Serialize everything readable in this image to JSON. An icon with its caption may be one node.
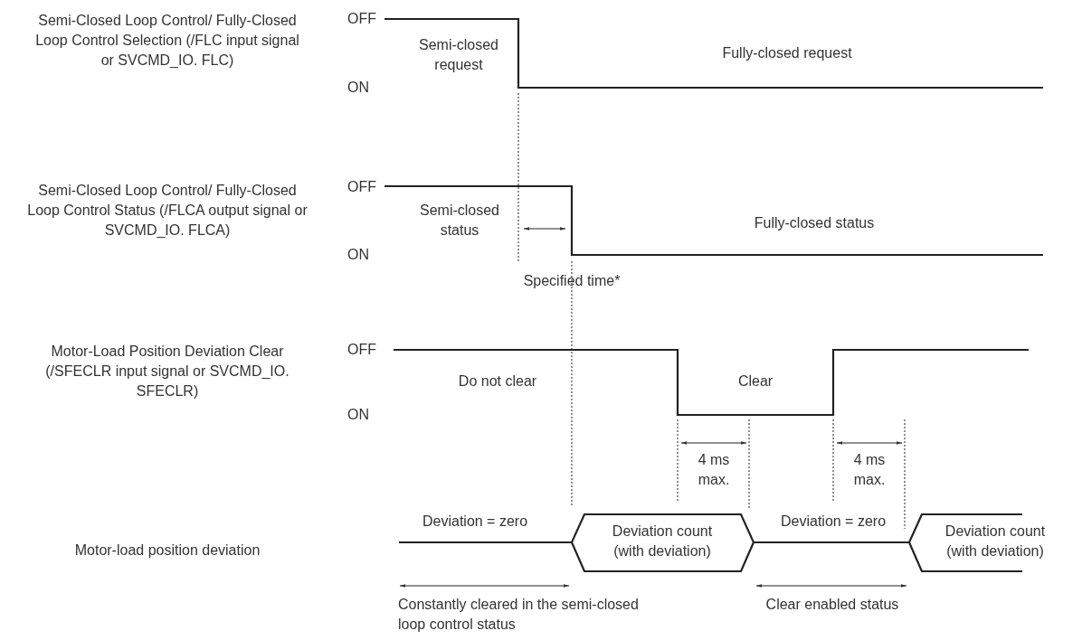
{
  "diagram": {
    "labels": [
      "Semi-Closed Loop Control/ Fully-Closed Loop Control Selection (/FLC input signal or SVCMD_IO. FLC)",
      "OFF",
      "Semi-closed request",
      "Fully-closed request",
      "ON",
      "Semi-Closed Loop Control/ Fully-Closed Loop Control Status (/FLCA output signal or SVCMD_IO. FLCA)",
      "OFF",
      "Semi-closed status",
      "Fully-closed status",
      "ON",
      "Specified time*",
      "Motor-Load Position Deviation Clear (/SFECLR input signal or SVCMD_IO. SFECLR)",
      "OFF",
      "Do not clear",
      "Clear",
      "ON",
      "4 ms max.",
      "4 ms max.",
      "Motor-load position deviation",
      "Deviation = zero",
      "Deviation count (with deviation)",
      "Deviation = zero",
      "Deviation count (with deviation)",
      "Constantly cleared in the semi-closed loop control status",
      "Clear enabled status"
    ]
  }
}
